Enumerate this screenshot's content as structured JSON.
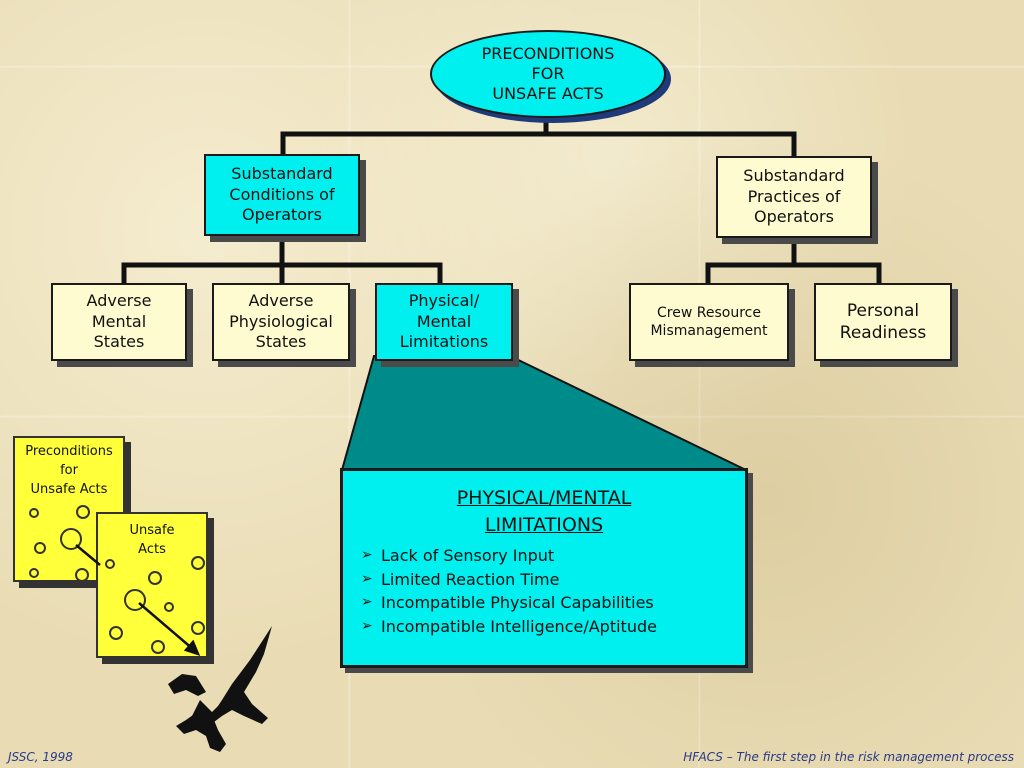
{
  "top": {
    "label": "PRECONDITIONS\nFOR\nUNSAFE ACTS"
  },
  "level2": {
    "conditions": "Substandard\nConditions of\nOperators",
    "practices": "Substandard\nPractices of\nOperators"
  },
  "level3": {
    "adverse_mental": "Adverse\nMental\nStates",
    "adverse_physiological": "Adverse\nPhysiological\nStates",
    "physical_mental": "Physical/\nMental\nLimitations",
    "crew_resource": "Crew Resource\nMismanagement",
    "personal_readiness": "Personal\nReadiness"
  },
  "detail": {
    "title": "PHYSICAL/MENTAL\nLIMITATIONS",
    "items": [
      "Lack of Sensory Input",
      "Limited Reaction Time",
      "Incompatible Physical Capabilities",
      "Incompatible Intelligence/Aptitude"
    ]
  },
  "cards": {
    "preconditions": "Preconditions\nfor\nUnsafe Acts",
    "unsafe_acts": "Unsafe\nActs"
  },
  "footer": {
    "left": "JSSC, 1998",
    "right": "HFACS – The first step in the risk management process"
  },
  "colors": {
    "cyan": "#00f0f0",
    "cream": "#fffbd0",
    "card_yellow": "#ffff3a",
    "teal_funnel": "#008b8b",
    "footer_text": "#2a3a8a"
  }
}
